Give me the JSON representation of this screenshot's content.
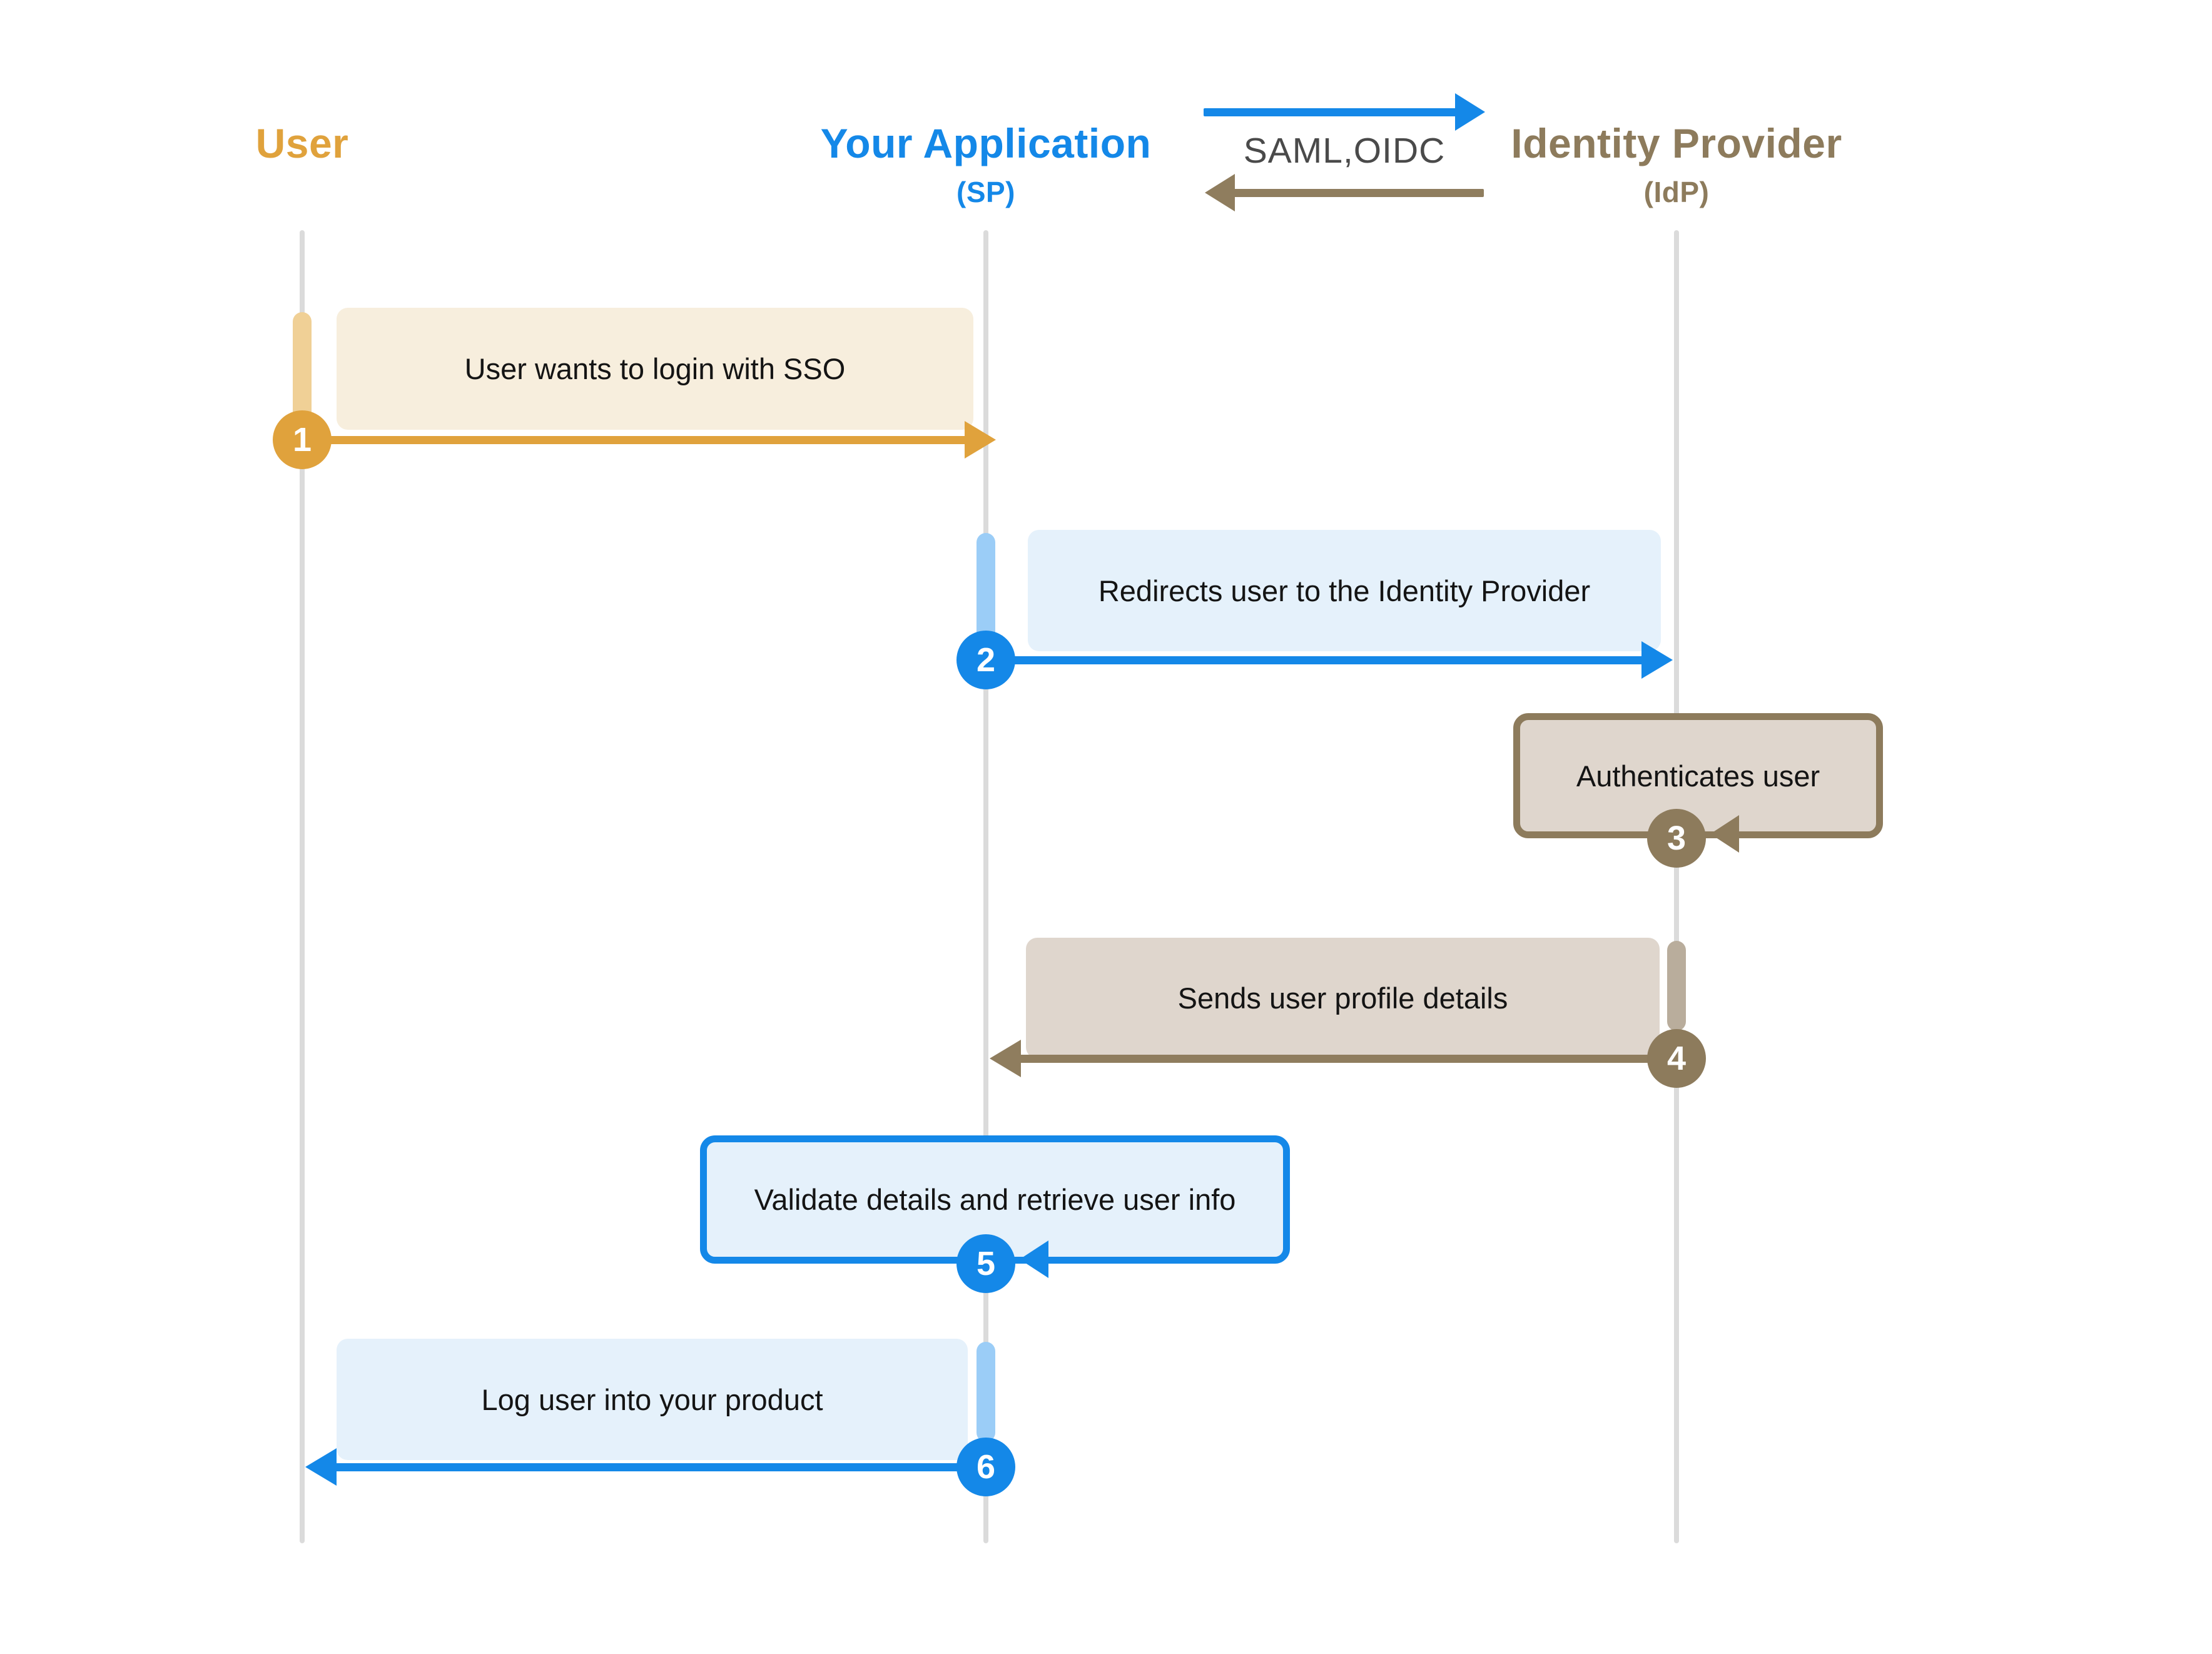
{
  "diagram": {
    "type": "sso-sequence-diagram",
    "protocol_label": "SAML,OIDC"
  },
  "actors": [
    {
      "name": "User",
      "sub": "",
      "color": "#E0A23C"
    },
    {
      "name": "Your Application",
      "sub": "(SP)",
      "color": "#1488E8"
    },
    {
      "name": "Identity Provider",
      "sub": "(IdP)",
      "color": "#8D7B5C"
    }
  ],
  "steps": [
    {
      "number": "1",
      "label": "User wants to login with SSO",
      "from": "User",
      "to": "Your Application",
      "color": "#E0A23C"
    },
    {
      "number": "2",
      "label": "Redirects user to the Identity Provider",
      "from": "Your Application",
      "to": "Identity Provider",
      "color": "#1488E8"
    },
    {
      "number": "3",
      "label": "Authenticates user",
      "from": "Identity Provider",
      "to": "Identity Provider",
      "color": "#8D7B5C"
    },
    {
      "number": "4",
      "label": "Sends user profile details",
      "from": "Identity Provider",
      "to": "Your Application",
      "color": "#8F7D5E"
    },
    {
      "number": "5",
      "label": "Validate details and retrieve user info",
      "from": "Your Application",
      "to": "Your Application",
      "color": "#1488E8"
    },
    {
      "number": "6",
      "label": "Log user into your product",
      "from": "Your Application",
      "to": "User",
      "color": "#1488E8"
    }
  ],
  "colors": {
    "user_accent": "#E0A23C",
    "user_box_fill": "#F7EEDD",
    "user_activation": "#F0D096",
    "app_accent": "#1488E8",
    "app_box_fill": "#E5F1FB",
    "app_activation": "#9BCDF7",
    "idp_accent": "#8D7B5C",
    "idp_box_fill": "#DFD6CD",
    "idp_activation": "#B9AD9C",
    "lifeline": "#DBDBDB",
    "protocol_text": "#4A4A4A",
    "message_text": "#141414"
  }
}
